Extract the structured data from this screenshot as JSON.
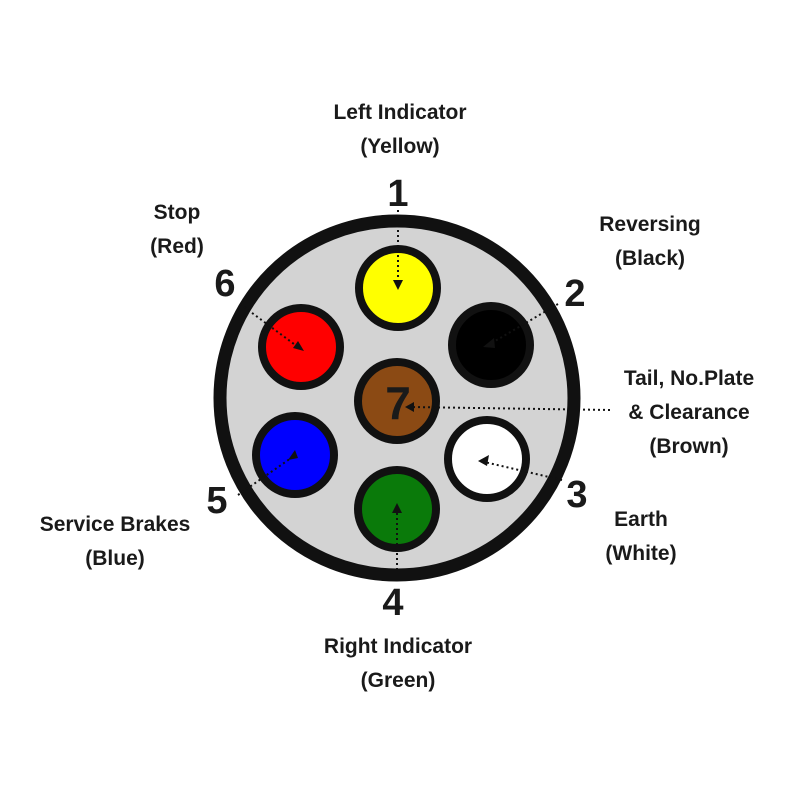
{
  "connector": {
    "body_color": "#d3d3d3",
    "rim_color": "#111111",
    "pins": [
      {
        "number": "1",
        "name": "Left Indicator",
        "color_name": "(Yellow)",
        "fill": "#ffff00"
      },
      {
        "number": "2",
        "name": "Reversing",
        "color_name": "(Black)",
        "fill": "#000000"
      },
      {
        "number": "3",
        "name": "Earth",
        "color_name": "(White)",
        "fill": "#ffffff"
      },
      {
        "number": "4",
        "name": "Right Indicator",
        "color_name": "(Green)",
        "fill": "#0a7a0a"
      },
      {
        "number": "5",
        "name": "Service Brakes",
        "color_name": "(Blue)",
        "fill": "#0000ff"
      },
      {
        "number": "6",
        "name": "Stop",
        "color_name": "(Red)",
        "fill": "#ff0000"
      },
      {
        "number": "7",
        "name_line1": "Tail, No.Plate",
        "name_line2": "& Clearance",
        "color_name": "(Brown)",
        "fill": "#8b4a14"
      }
    ]
  }
}
